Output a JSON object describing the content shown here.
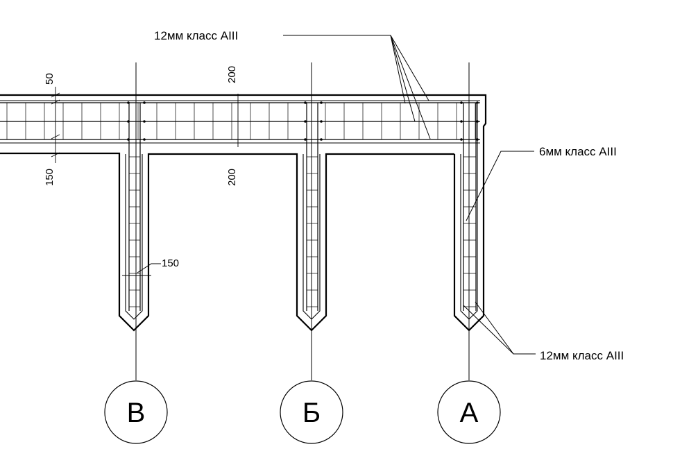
{
  "callouts": {
    "top_rebar": "12мм класс AIII",
    "stirrups": "6мм класс AIII",
    "bottom_rebar": "12мм класс AIII"
  },
  "dimensions": {
    "slab_top_cover": "50",
    "slab_bottom_cover": "150",
    "slab_spacing_top": "200",
    "slab_spacing_bottom": "200",
    "rib_stirrup_spacing": "150"
  },
  "axes": [
    {
      "id": "axis-v",
      "label": "В"
    },
    {
      "id": "axis-b",
      "label": "Б"
    },
    {
      "id": "axis-a",
      "label": "А"
    }
  ]
}
